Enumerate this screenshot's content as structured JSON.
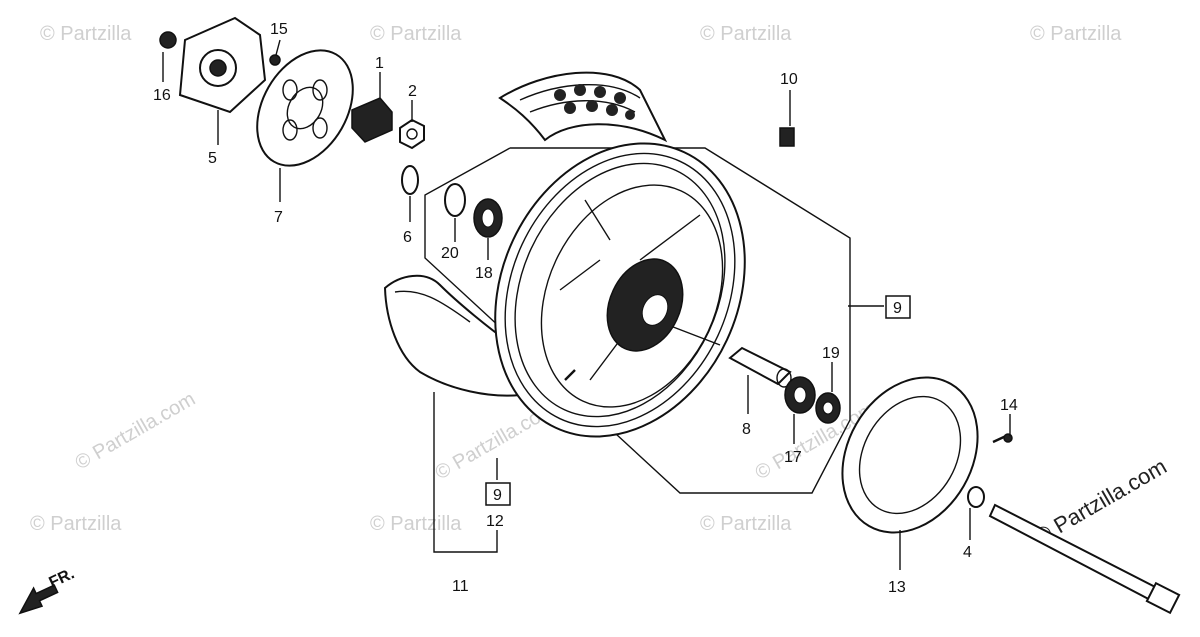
{
  "watermark": "© Partzilla",
  "watermark_site": "© Partzilla.com",
  "front_arrow": "FR.",
  "callouts": {
    "c1": "1",
    "c2": "2",
    "c4": "4",
    "c5": "5",
    "c6": "6",
    "c7": "7",
    "c8": "8",
    "c9a": "9",
    "c9b": "9",
    "c10": "10",
    "c11": "11",
    "c12": "12",
    "c13": "13",
    "c14": "14",
    "c15": "15",
    "c16": "16",
    "c17": "17",
    "c18": "18",
    "c19": "19",
    "c20": "20"
  }
}
